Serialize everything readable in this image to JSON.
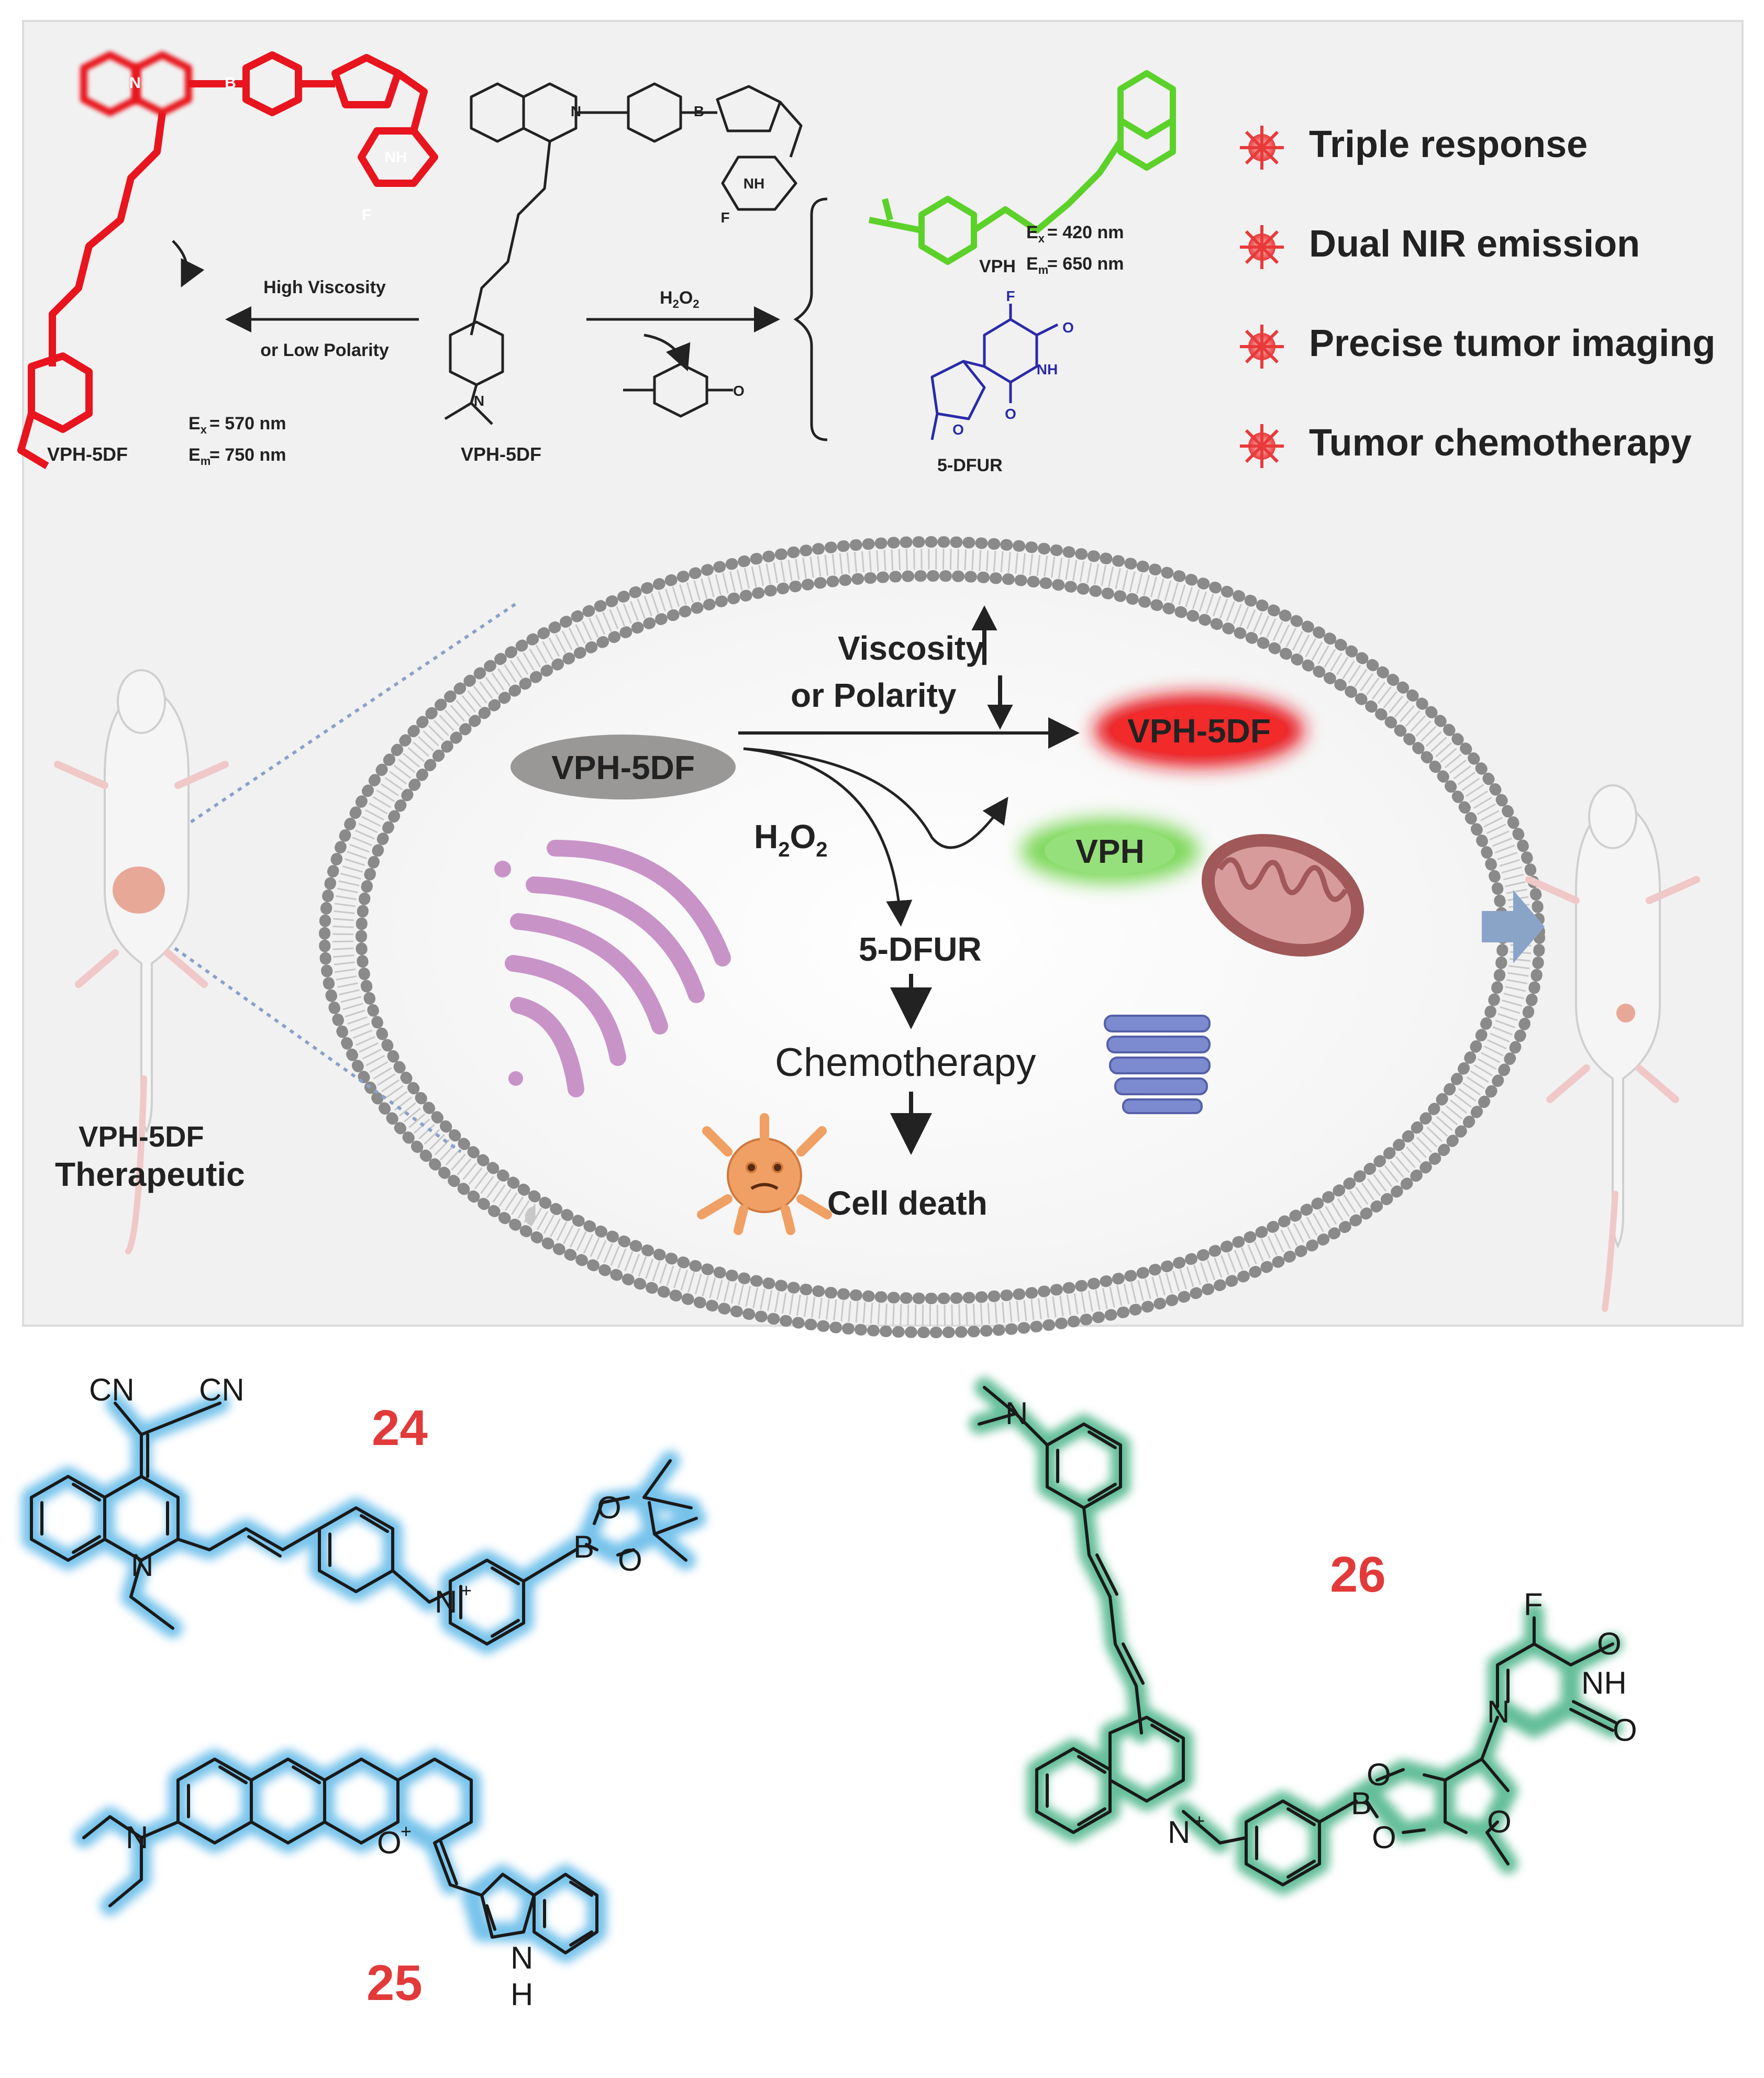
{
  "top_panel": {
    "left_scheme": {
      "product_label": "VPH-5DF",
      "ex": "= 570 nm",
      "em": "= 750 nm",
      "condition_line1": "High Viscosity",
      "condition_line2": "or Low Polarity"
    },
    "center_scheme": {
      "label": "VPH-5DF",
      "reagent": "H2O2"
    },
    "right_scheme": {
      "vph_label": "VPH",
      "vph_ex": "= 420 nm",
      "vph_em": "= 650 nm",
      "drug_label": "5-DFUR"
    },
    "features": [
      "Triple response",
      "Dual NIR emission",
      "Precise tumor imaging",
      "Tumor chemotherapy"
    ],
    "cell": {
      "probe": "VPH-5DF",
      "viscosity_line1": "Viscosity",
      "viscosity_line2": "or Polarity",
      "product": "VPH-5DF",
      "vph": "VPH",
      "reagent": "H2O2",
      "drug": "5-DFUR",
      "step": "Chemotherapy",
      "outcome": "Cell death"
    },
    "mouse_caption_line1": "VPH-5DF",
    "mouse_caption_line2": "Therapeutic"
  },
  "compounds": [
    {
      "number": "24",
      "color": "#55b4e6"
    },
    {
      "number": "25",
      "color": "#55b4e6"
    },
    {
      "number": "26",
      "color": "#3cae80"
    }
  ],
  "atom_labels": {
    "cn": "CN",
    "n": "N",
    "n_plus": "N",
    "b": "B",
    "o": "O",
    "o_plus": "O",
    "f": "F",
    "nh": "NH",
    "h": "H",
    "plus": "+"
  },
  "colors": {
    "panel_bg": "#f1f1f1",
    "red_highlight": "#e8141e",
    "green_highlight": "#3cae80",
    "blue_highlight": "#55b4e6",
    "number_red": "#e23a3a"
  }
}
